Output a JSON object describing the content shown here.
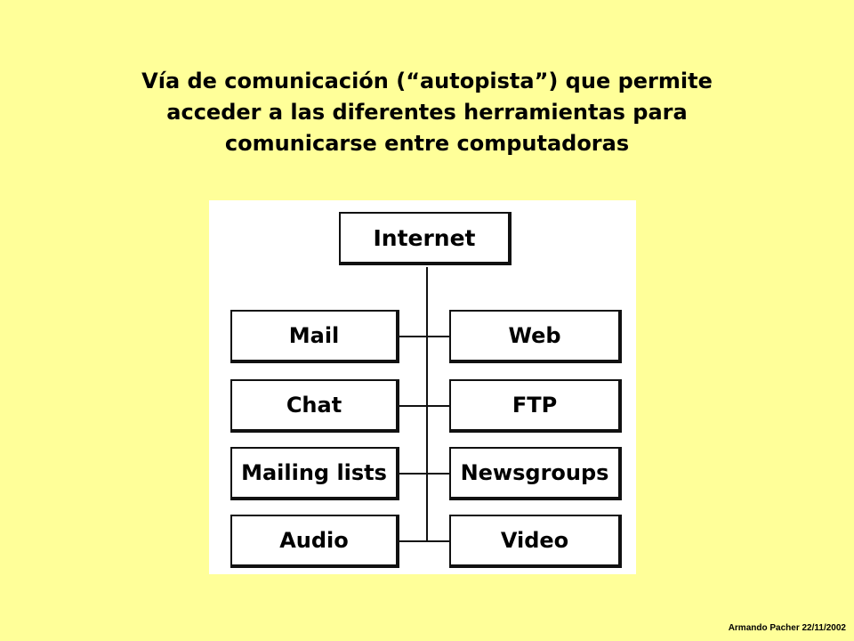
{
  "title": {
    "line1": "Vía de comunicación (“autopista”) que permite",
    "line2": "acceder a las diferentes herramientas para",
    "line3": "comunicarse entre computadoras"
  },
  "diagram": {
    "root": "Internet",
    "left": [
      "Mail",
      "Chat",
      "Mailing lists",
      "Audio"
    ],
    "right": [
      "Web",
      "FTP",
      "Newsgroups",
      "Video"
    ]
  },
  "footer": {
    "credit": "Armando Pacher 22/11/2002"
  },
  "colors": {
    "background": "#ffff99",
    "box_border": "#111111",
    "box_fill": "#ffffff"
  }
}
